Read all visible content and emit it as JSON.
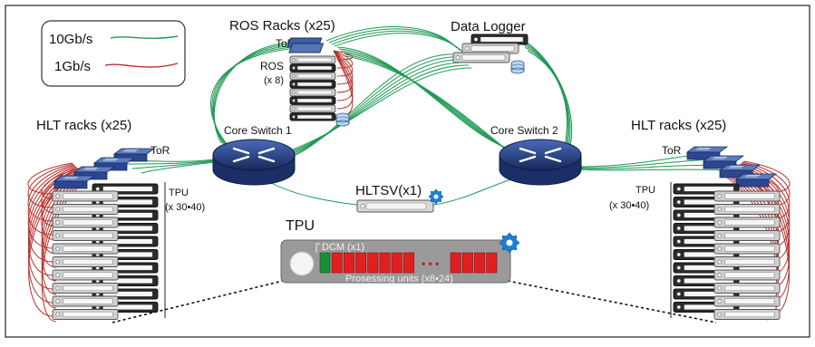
{
  "legend": {
    "fast": "10Gb/s",
    "slow": "1Gb/s"
  },
  "colors": {
    "fast_link": "#1f9a55",
    "slow_link": "#b8302c",
    "switch": "#243f7a",
    "tpu_unit": "#e02020",
    "dcm": "#1a8c3a",
    "gear": "#1b7fd4"
  },
  "ros": {
    "title": "ROS Racks (x25)",
    "tor": "ToR",
    "ros_label": "ROS",
    "count": "(x 8)"
  },
  "logger": {
    "title": "Data  Logger"
  },
  "hlt_left": {
    "title": "HLT racks (x25)",
    "tor": "ToR",
    "tpu": "TPU",
    "tpu_count": "(x 30•40)"
  },
  "hlt_right": {
    "title": "HLT racks (x25)",
    "tor": "ToR",
    "tpu": "TPU",
    "tpu_count": "(x 30•40)"
  },
  "switches": {
    "core1": "Core Switch 1",
    "core2": "Core Switch 2"
  },
  "hltsv": {
    "label": "HLTSV(x1)"
  },
  "tpu_detail": {
    "title": "TPU",
    "dcm": "DCM (x1)",
    "ellipsis": "• • •",
    "units": "Prosessing units (x8•24)"
  }
}
